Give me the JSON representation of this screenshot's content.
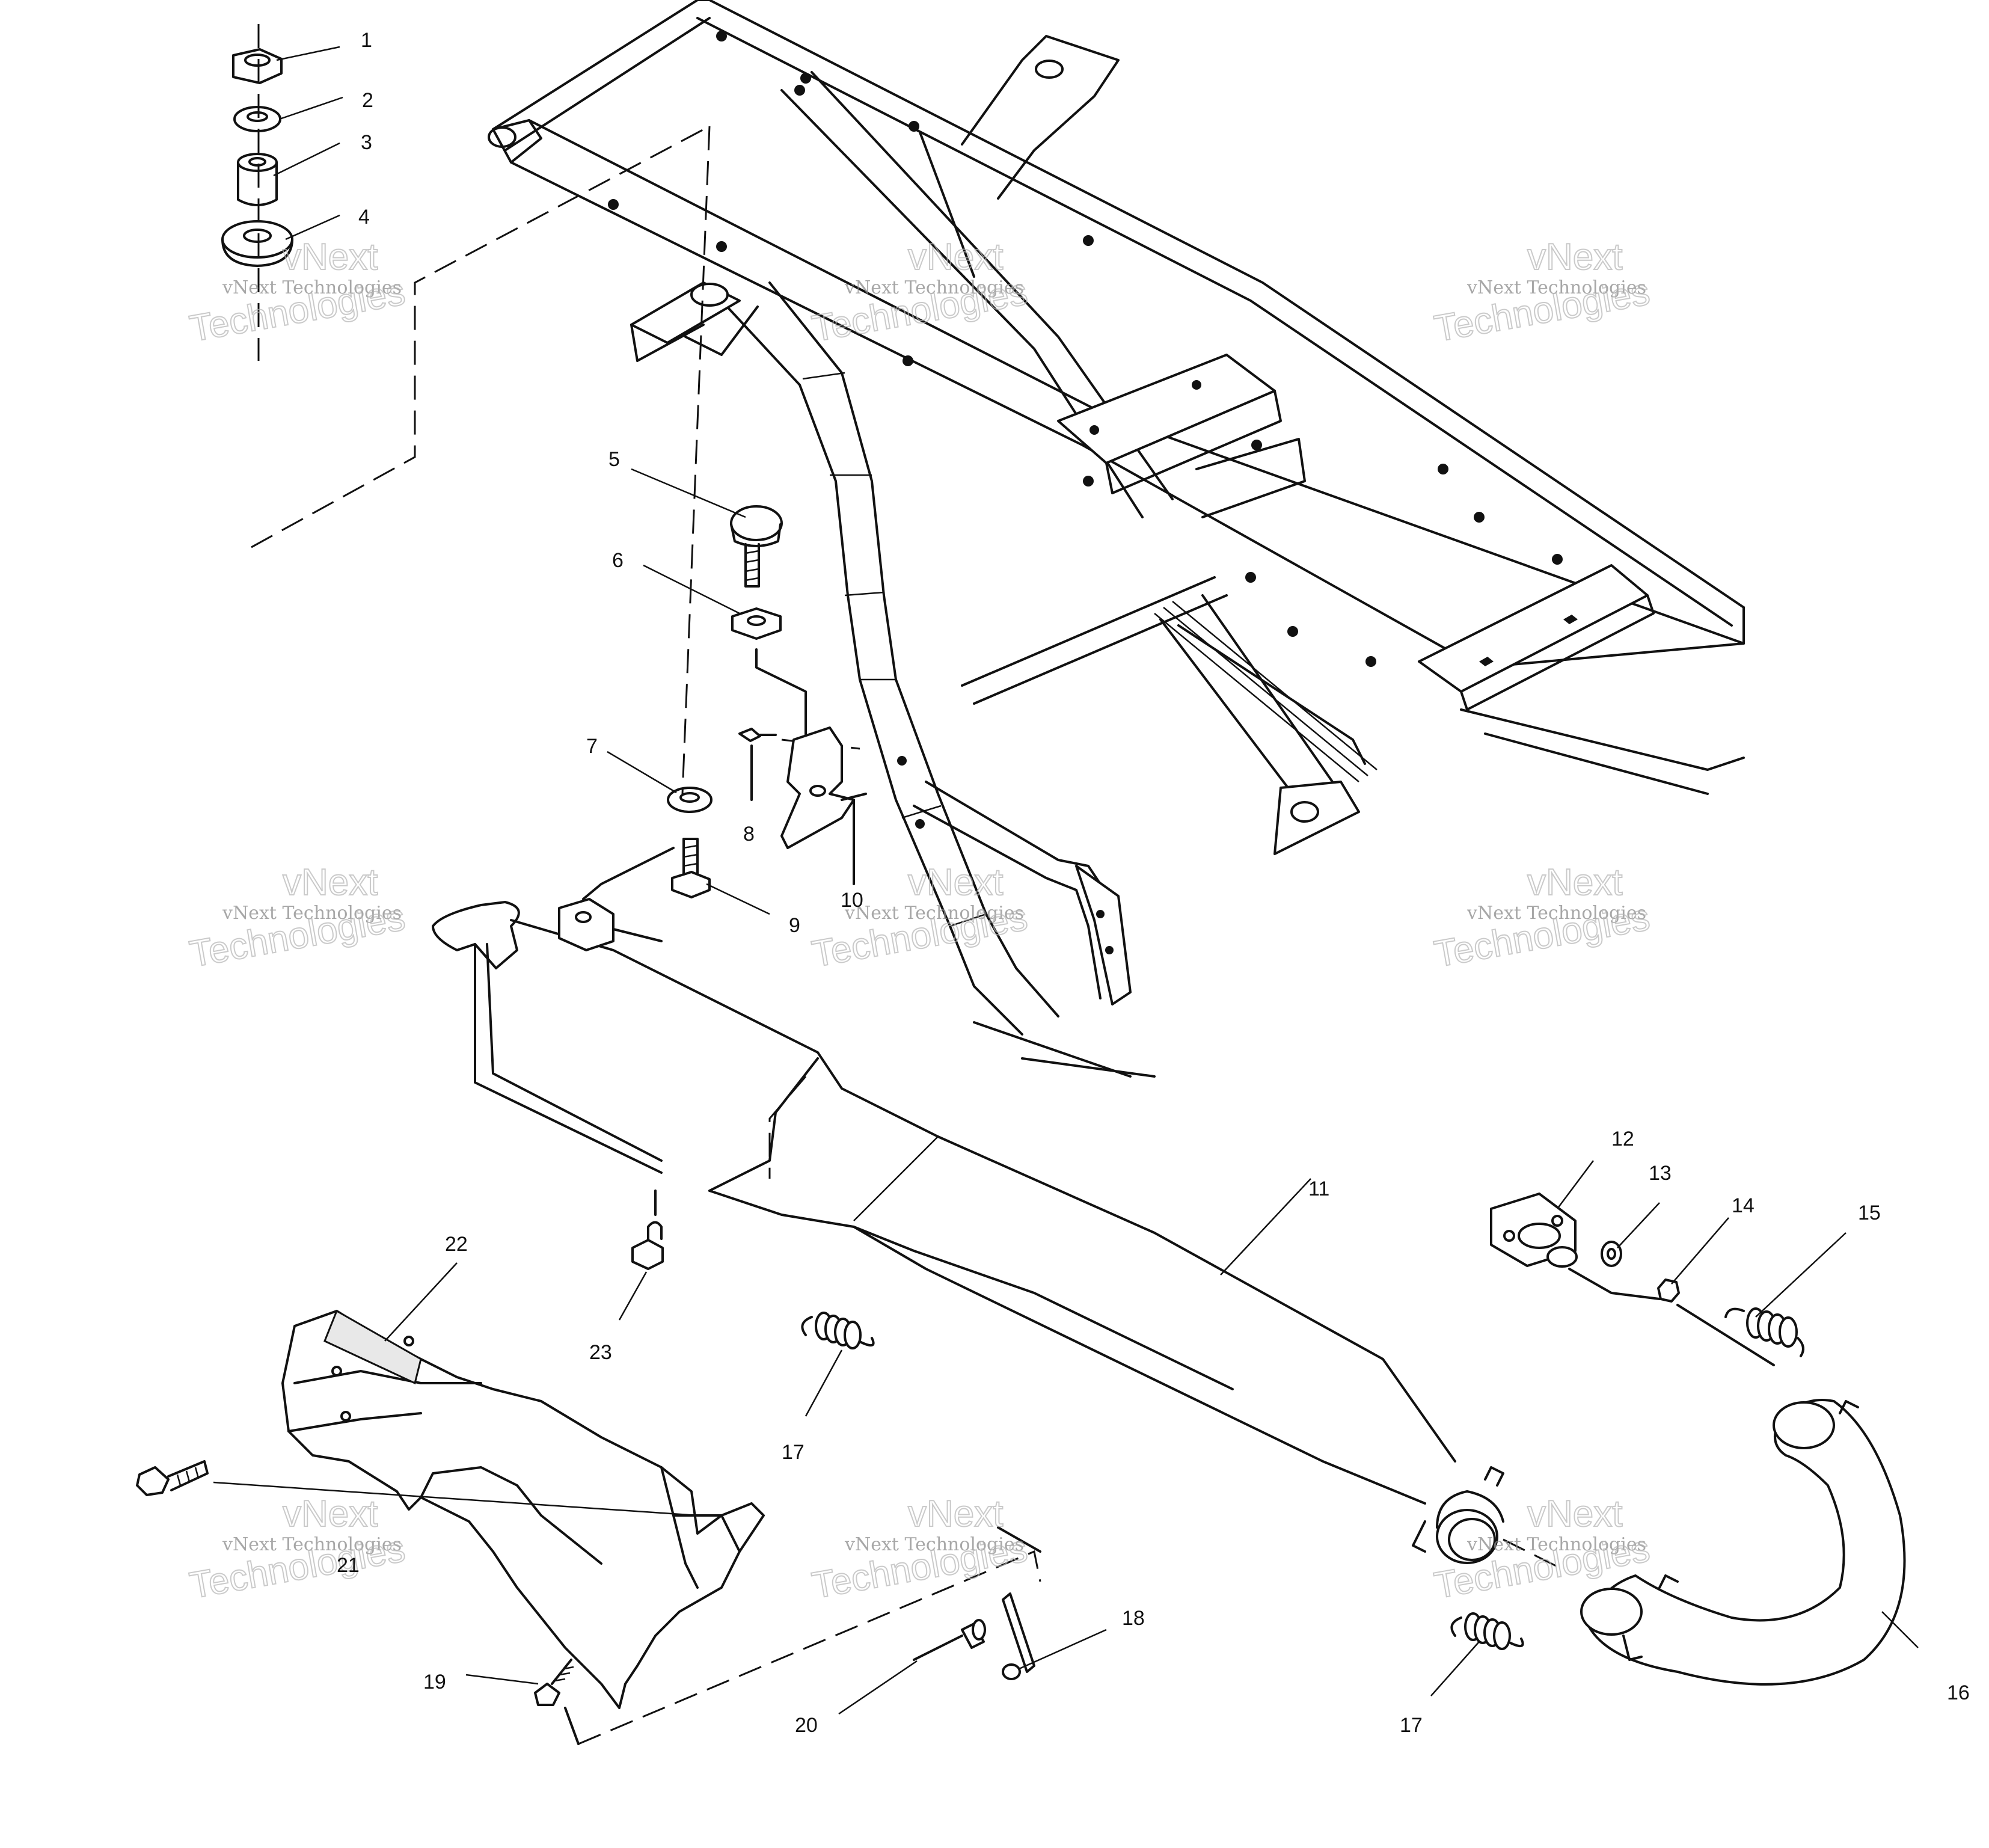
{
  "part_labels": {
    "p1": "1",
    "p2": "2",
    "p3": "3",
    "p4": "4",
    "p5": "5",
    "p6": "6",
    "p7": "7",
    "p8": "8",
    "p9": "9",
    "p10": "10",
    "p11": "11",
    "p12": "12",
    "p13": "13",
    "p14": "14",
    "p15": "15",
    "p16": "16",
    "p17a": "17",
    "p17b": "17",
    "p18": "18",
    "p19": "19",
    "p20": "20",
    "p21": "21",
    "p22": "22",
    "p23": "23"
  },
  "watermark": {
    "line1": "vNext",
    "line2": "vNext Technologies",
    "line3": "Technologies"
  }
}
